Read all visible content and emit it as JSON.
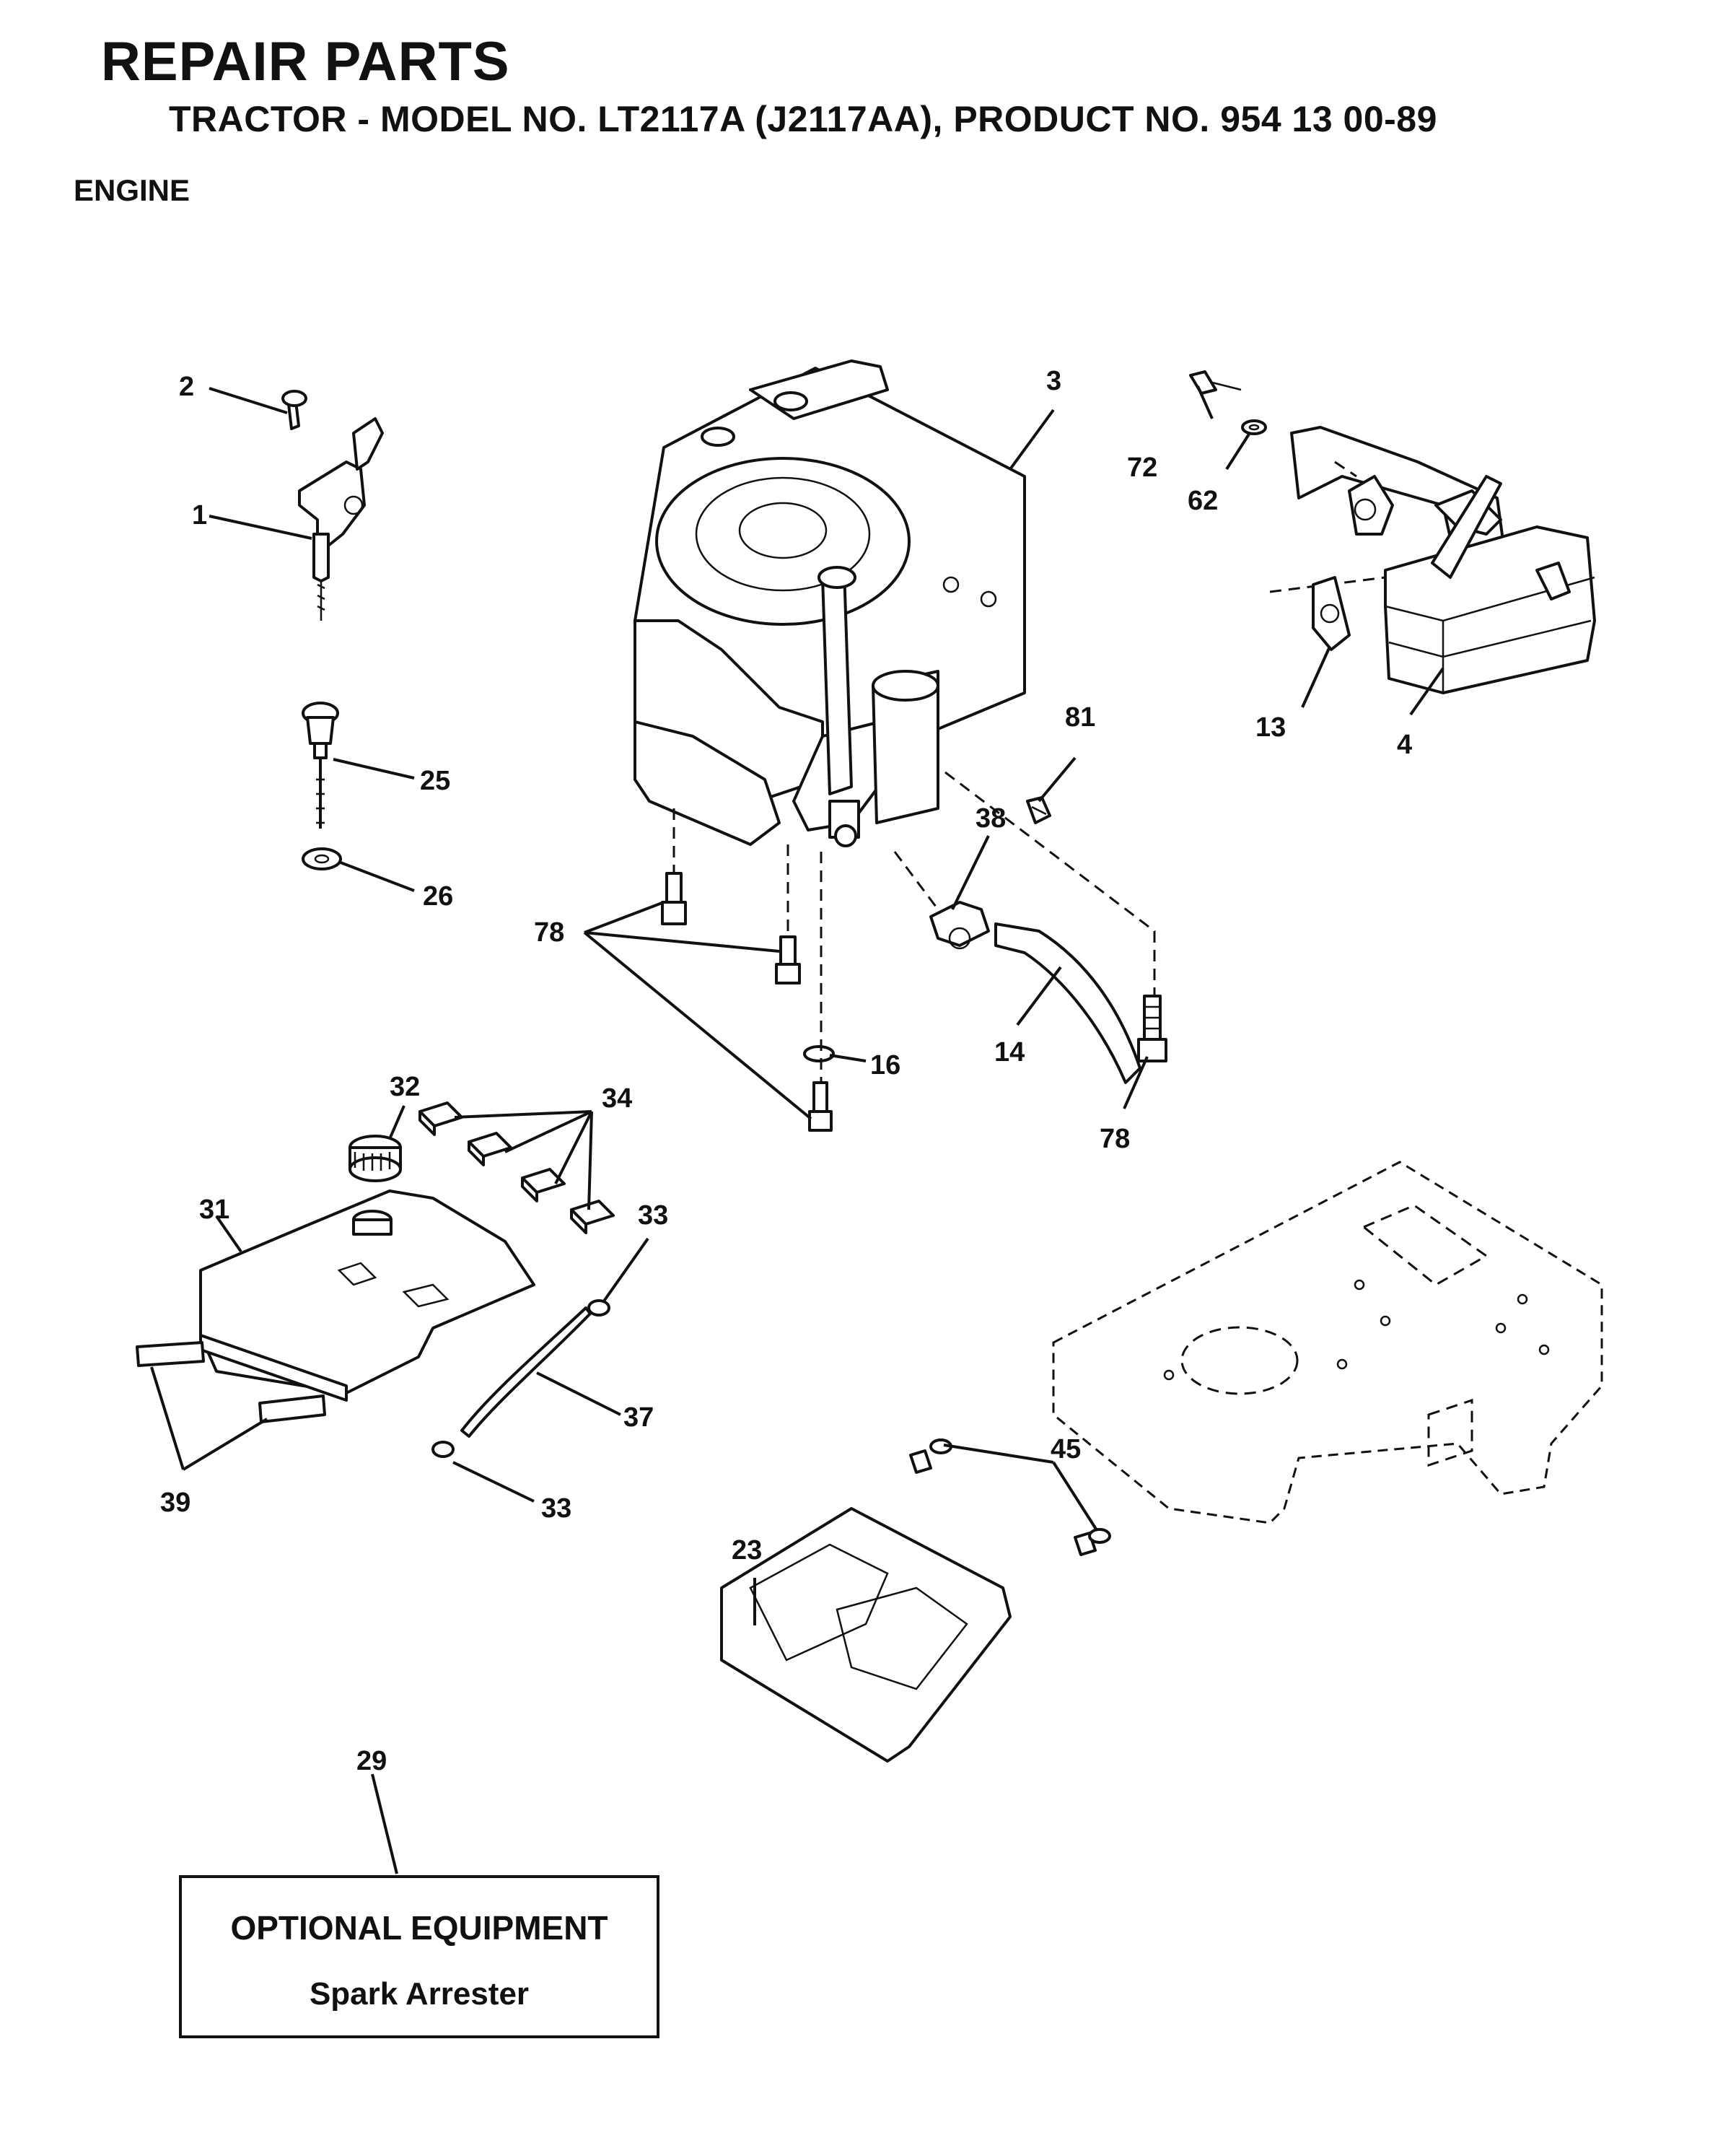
{
  "header": {
    "title": "REPAIR PARTS",
    "subtitle": "TRACTOR - MODEL NO. LT2117A (J2117AA),  PRODUCT NO. 954 13 00-89",
    "section": "ENGINE"
  },
  "callouts": {
    "c1": "1",
    "c2": "2",
    "c3": "3",
    "c4": "4",
    "c13": "13",
    "c14": "14",
    "c16": "16",
    "c23": "23",
    "c25": "25",
    "c26": "26",
    "c29": "29",
    "c31": "31",
    "c32": "32",
    "c33a": "33",
    "c33b": "33",
    "c34": "34",
    "c37": "37",
    "c38": "38",
    "c39": "39",
    "c45": "45",
    "c62": "62",
    "c72": "72",
    "c78a": "78",
    "c78b": "78",
    "c81": "81"
  },
  "optional_equipment": {
    "title": "OPTIONAL EQUIPMENT",
    "item": "Spark Arrester"
  }
}
